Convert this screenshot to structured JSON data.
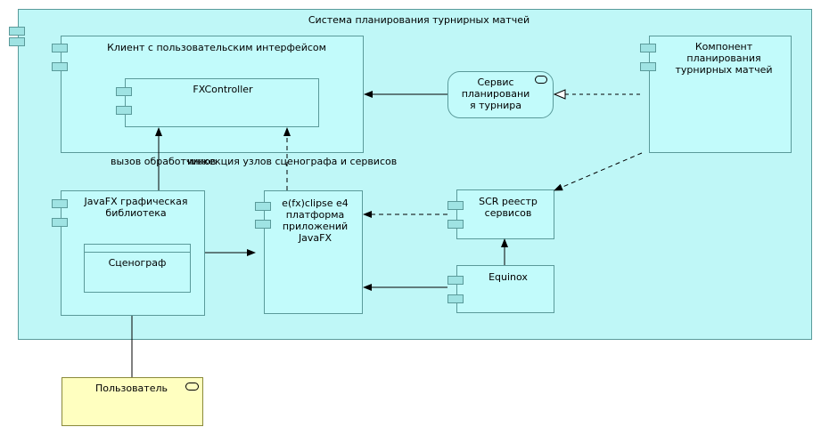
{
  "diagram": {
    "system": {
      "title": "Система планирования турнирных матчей"
    },
    "nodes": {
      "client": "Клиент с пользовательским интерфейсом",
      "fxcontroller": "FXController",
      "service": "Сервис\nпланировани\nя турнира",
      "planning_component": "Компонент\nпланирования\nтурнирных матчей",
      "javafx": "JavaFX графическая\nбиблиотека",
      "scenegraph": "Сценограф",
      "efxclipse": "e(fx)clipse e4\nплатформа\nприложений\nJavaFX",
      "scr": "SCR реестр\nсервисов",
      "equinox": "Equinox",
      "user": "Пользователь"
    },
    "edge_labels": {
      "handler_call": "вызов обработчиков",
      "injection": "инжекция узлов сценографа и сервисов"
    },
    "colors": {
      "system_fill": "#bff7f7",
      "component_fill": "#c2fbfb",
      "actor_fill": "#ffffc0",
      "border": "#5a9a9a"
    }
  }
}
